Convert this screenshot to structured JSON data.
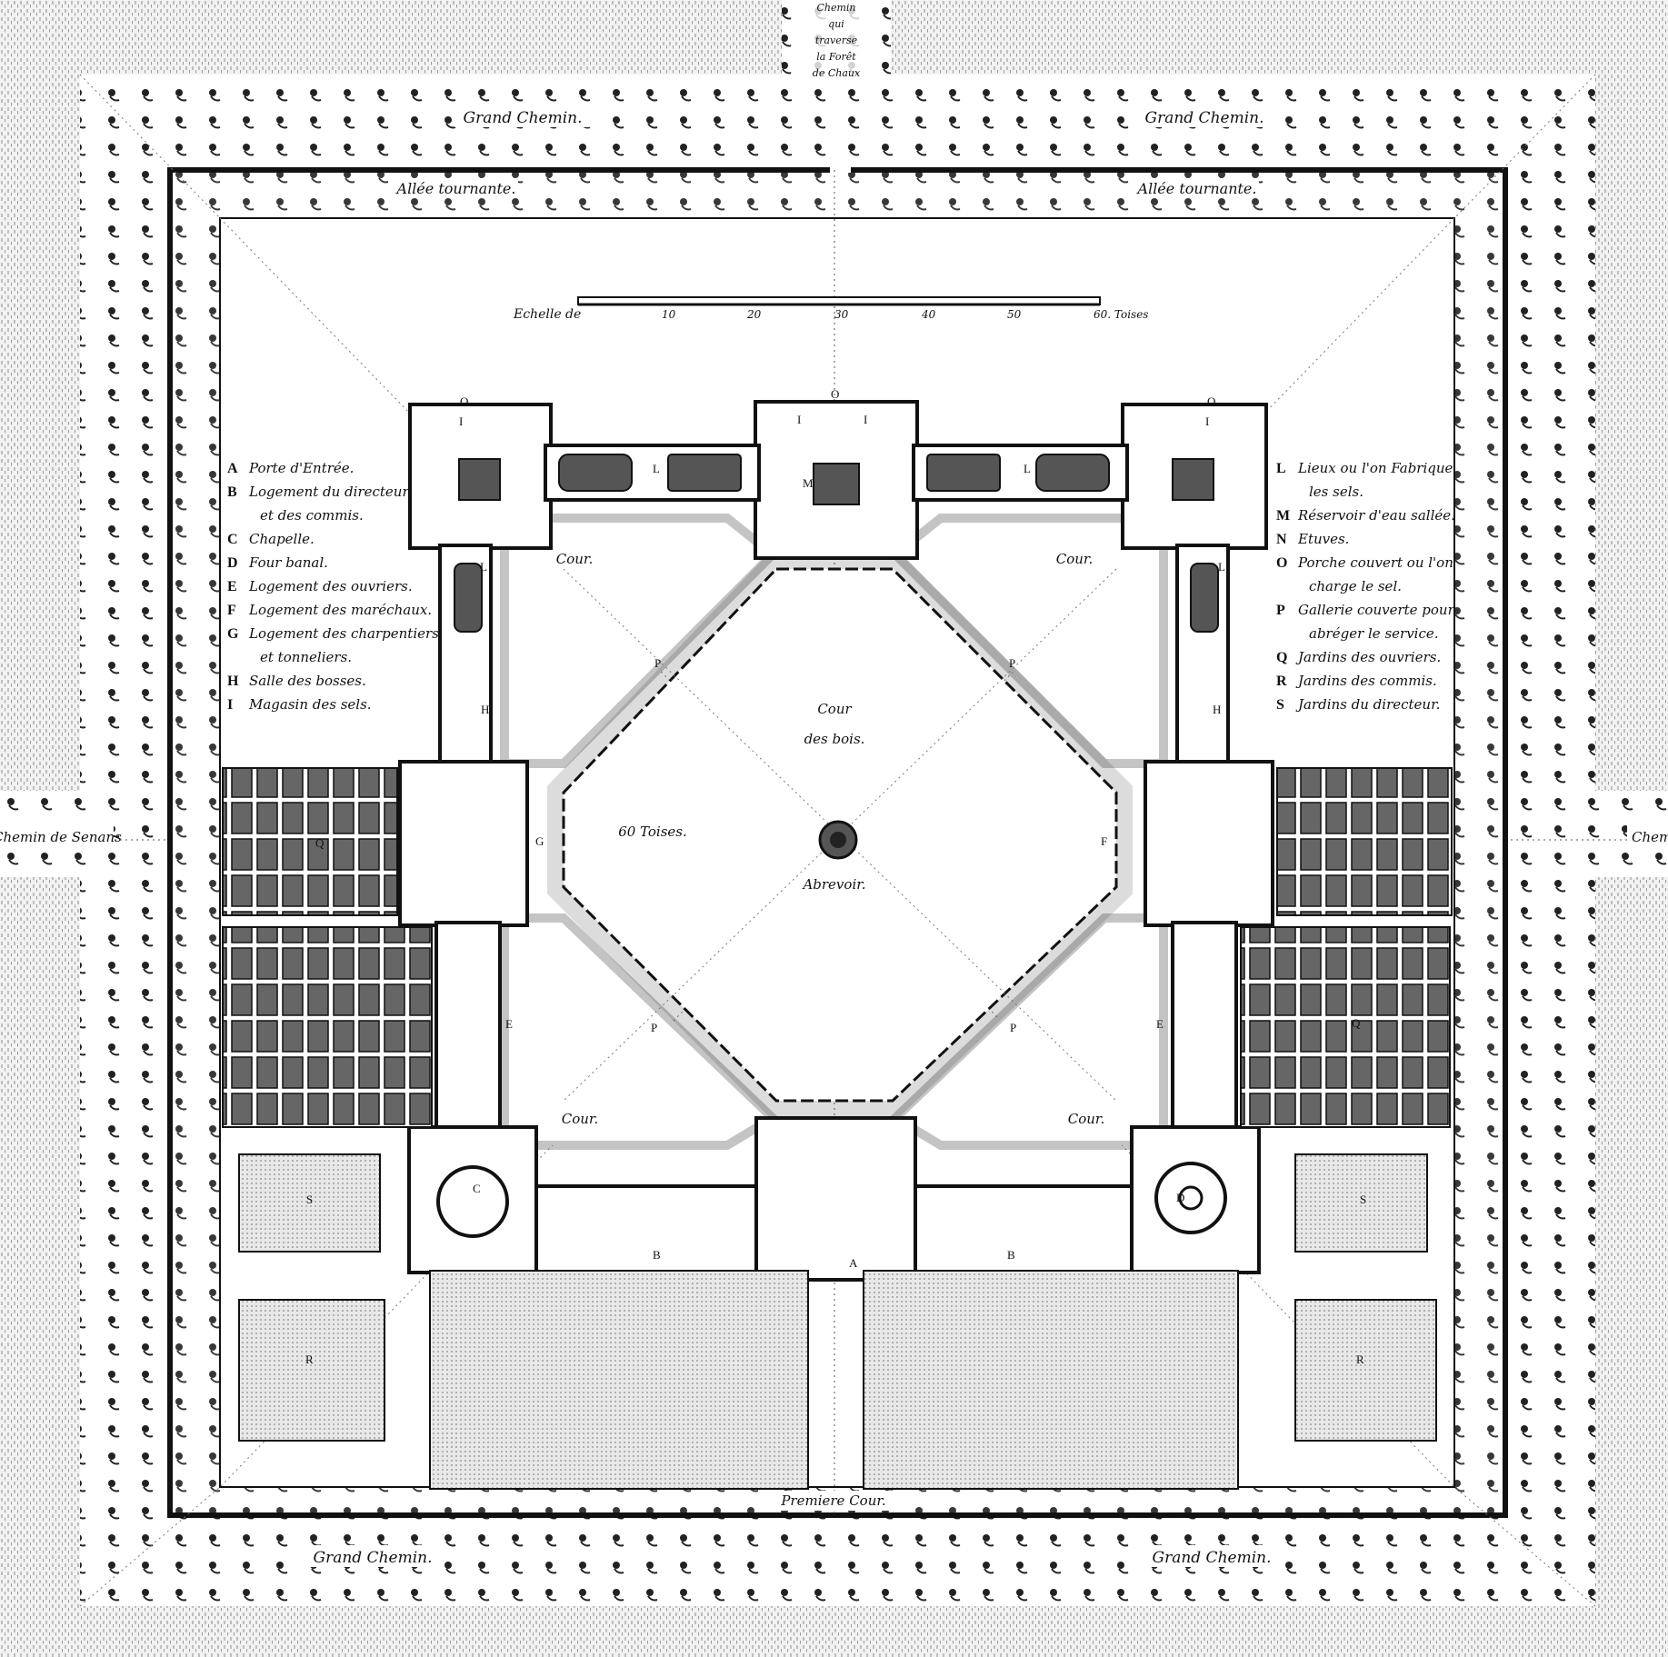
{
  "plan": {
    "top_road": [
      "Chemin",
      "qui",
      "traverse",
      "la Forêt",
      "de Chaux"
    ],
    "left_road": "Chemin de Senans",
    "right_road": "Chem",
    "grand_chemin": "Grand Chemin.",
    "allee": "Allée tournante.",
    "premiere_cour": "Premiere Cour.",
    "cour": "Cour.",
    "cour_des_bois": [
      "Cour",
      "des bois."
    ],
    "abrevoir": "Abrevoir.",
    "sixty_toises": "60 Toises."
  },
  "scale": {
    "label": "Echelle de",
    "ticks": [
      "10",
      "20",
      "30",
      "40",
      "50",
      "60. Toises"
    ]
  },
  "legend_left": [
    {
      "key": "A",
      "text": [
        "Porte d'Entrée."
      ]
    },
    {
      "key": "B",
      "text": [
        "Logement du directeur",
        "et des commis."
      ]
    },
    {
      "key": "C",
      "text": [
        "Chapelle."
      ]
    },
    {
      "key": "D",
      "text": [
        "Four banal."
      ]
    },
    {
      "key": "E",
      "text": [
        "Logement des ouvriers."
      ]
    },
    {
      "key": "F",
      "text": [
        "Logement des maréchaux."
      ]
    },
    {
      "key": "G",
      "text": [
        "Logement des charpentiers",
        "et tonneliers."
      ]
    },
    {
      "key": "H",
      "text": [
        "Salle des bosses."
      ]
    },
    {
      "key": "I",
      "text": [
        "Magasin des sels."
      ]
    }
  ],
  "legend_right": [
    {
      "key": "L",
      "text": [
        "Lieux ou l'on Fabrique",
        "les sels."
      ]
    },
    {
      "key": "M",
      "text": [
        "Réservoir d'eau sallée."
      ]
    },
    {
      "key": "N",
      "text": [
        "Etuves."
      ]
    },
    {
      "key": "O",
      "text": [
        "Porche couvert ou l'on",
        "charge le sel."
      ]
    },
    {
      "key": "P",
      "text": [
        "Gallerie couverte pour",
        "abréger le service."
      ]
    },
    {
      "key": "Q",
      "text": [
        "Jardins des ouvriers."
      ]
    },
    {
      "key": "R",
      "text": [
        "Jardins des commis."
      ]
    },
    {
      "key": "S",
      "text": [
        "Jardins du directeur."
      ]
    }
  ],
  "markers": {
    "A": "A",
    "B": "B",
    "C": "C",
    "D": "D",
    "E": "E",
    "F": "F",
    "G": "G",
    "H": "H",
    "I": "I",
    "L": "L",
    "M": "M",
    "O": "O",
    "P": "P",
    "Q": "Q",
    "R": "R",
    "S": "S"
  }
}
